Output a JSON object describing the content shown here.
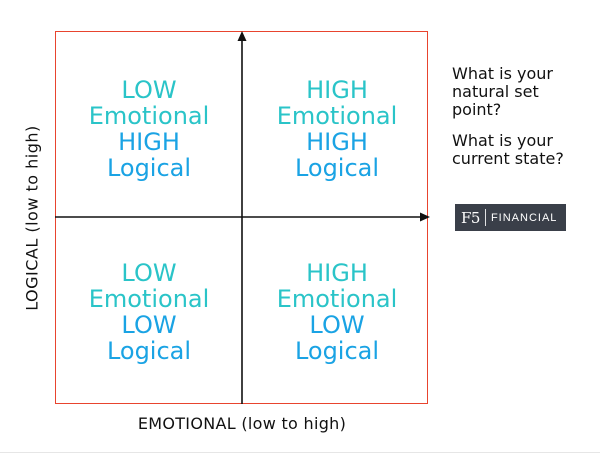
{
  "diagram": {
    "axes": {
      "y_label": "LOGICAL (low to high)",
      "x_label": "EMOTIONAL (low to high)"
    },
    "quadrants": {
      "top_left": {
        "emotional_level": "LOW",
        "emotional_word": "Emotional",
        "logical_level": "HIGH",
        "logical_word": "Logical"
      },
      "top_right": {
        "emotional_level": "HIGH",
        "emotional_word": "Emotional",
        "logical_level": "HIGH",
        "logical_word": "Logical"
      },
      "bottom_left": {
        "emotional_level": "LOW",
        "emotional_word": "Emotional",
        "logical_level": "LOW",
        "logical_word": "Logical"
      },
      "bottom_right": {
        "emotional_level": "HIGH",
        "emotional_word": "Emotional",
        "logical_level": "LOW",
        "logical_word": "Logical"
      }
    }
  },
  "sidebar": {
    "question_1": "What is your natural set point?",
    "question_2": "What is your current state?",
    "logo": {
      "mark": "F5",
      "word": "FINANCIAL"
    }
  },
  "colors": {
    "frame": "#e8442e",
    "emotional_text": "#2ac4c8",
    "logical_text": "#1aa3e4",
    "axis": "#111111",
    "logo_background": "#3a3f49"
  }
}
